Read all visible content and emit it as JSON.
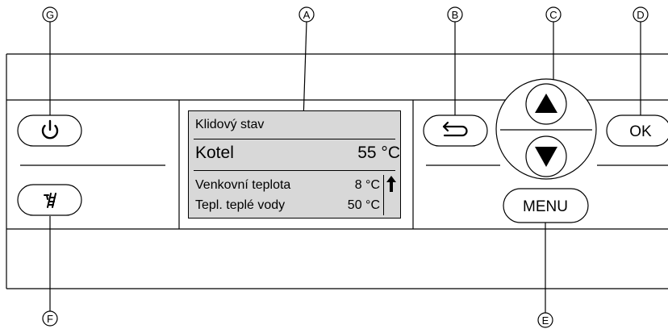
{
  "callouts": [
    "Ⓖ",
    "Ⓐ",
    "Ⓑ",
    "Ⓒ",
    "Ⓓ",
    "Ⓕ",
    "Ⓔ"
  ],
  "callout_letters": {
    "g": "G",
    "a": "A",
    "b": "B",
    "c": "C",
    "d": "D",
    "f": "F",
    "e": "E"
  },
  "buttons": {
    "ok_label": "OK",
    "menu_label": "MENU"
  },
  "display": {
    "status": "Klidový stav",
    "main_label": "Kotel",
    "main_value": "55 °C",
    "rows": [
      {
        "label": "Venkovní teplota",
        "value": "8 °C"
      },
      {
        "label": "Tepl. teplé vody",
        "value": "50 °C"
      }
    ]
  },
  "icons": {
    "power": "power-icon",
    "chimney_sweep": "chimney-sweep-icon",
    "back": "back-arrow-icon",
    "up": "triangle-up-icon",
    "down": "triangle-down-icon",
    "scroll": "scroll-up-arrow-icon"
  }
}
